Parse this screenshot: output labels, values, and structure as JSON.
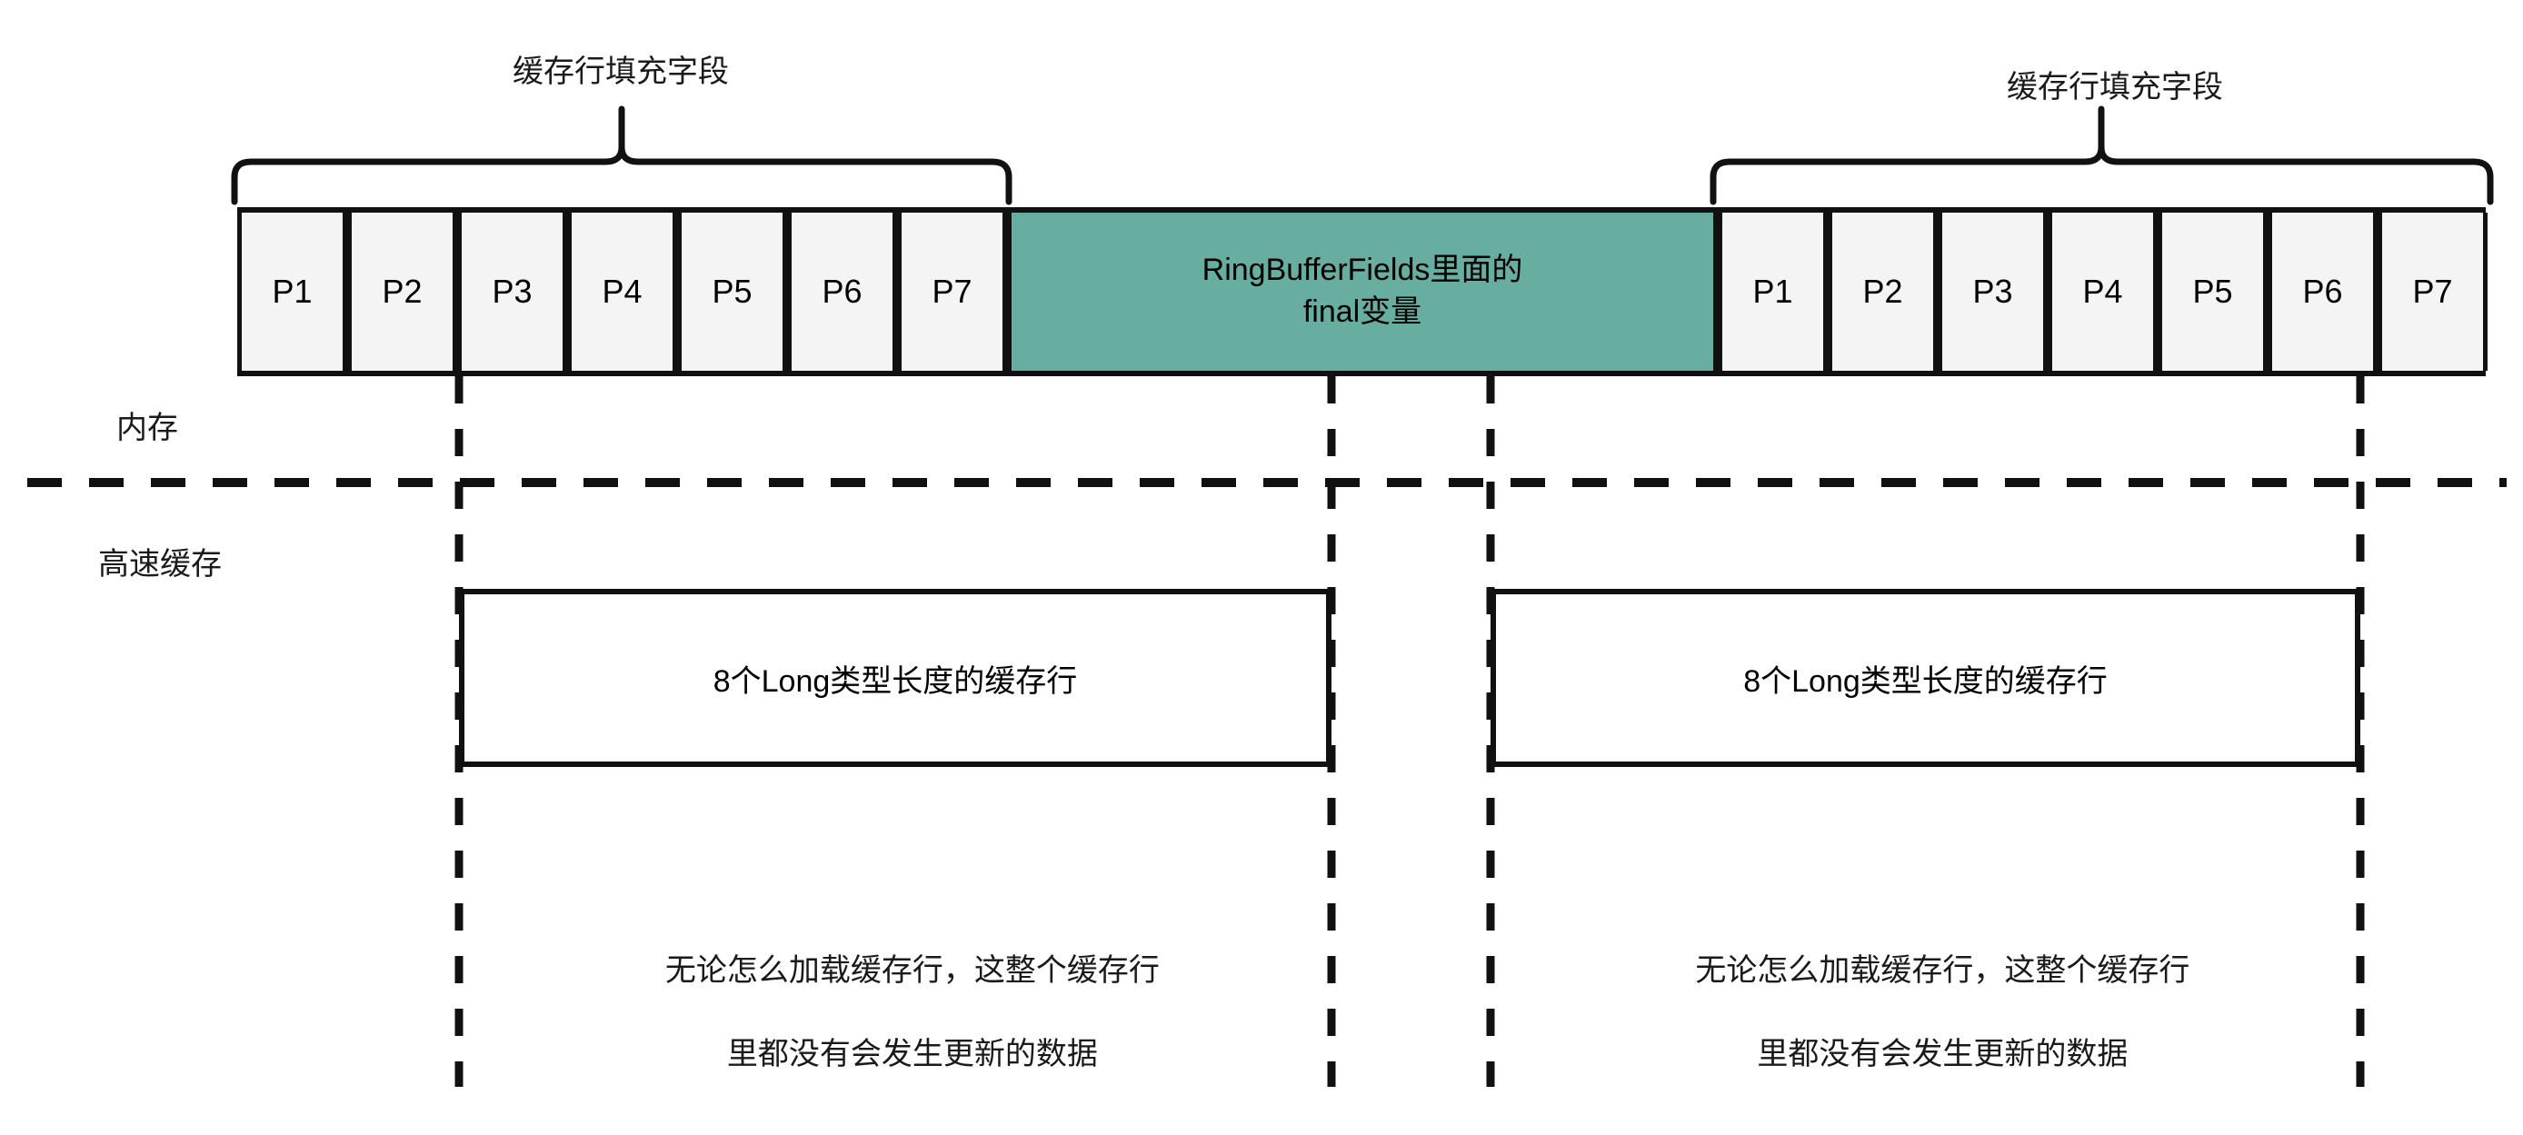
{
  "diagram": {
    "title_top_left": "缓存行填充字段",
    "title_top_right": "缓存行填充字段",
    "memory_label": "内存",
    "cache_label": "高速缓存",
    "green_block": {
      "line1": "RingBufferFields里面的",
      "line2": "final变量"
    },
    "colors": {
      "green_fill": "#67ADA0",
      "cell_fill": "#F4F4F4",
      "stroke": "#111111",
      "background": "#FFFFFF"
    },
    "padding_left": [
      {
        "label": "P1"
      },
      {
        "label": "P2"
      },
      {
        "label": "P3"
      },
      {
        "label": "P4"
      },
      {
        "label": "P5"
      },
      {
        "label": "P6"
      },
      {
        "label": "P7"
      }
    ],
    "padding_right": [
      {
        "label": "P1"
      },
      {
        "label": "P2"
      },
      {
        "label": "P3"
      },
      {
        "label": "P4"
      },
      {
        "label": "P5"
      },
      {
        "label": "P6"
      },
      {
        "label": "P7"
      }
    ],
    "cache_lines": [
      {
        "box_label": "8个Long类型长度的缓存行",
        "note_line1": "无论怎么加载缓存行，这整个缓存行",
        "note_line2": "里都没有会发生更新的数据"
      },
      {
        "box_label": "8个Long类型长度的缓存行",
        "note_line1": "无论怎么加载缓存行，这整个缓存行",
        "note_line2": "里都没有会发生更新的数据"
      }
    ]
  }
}
